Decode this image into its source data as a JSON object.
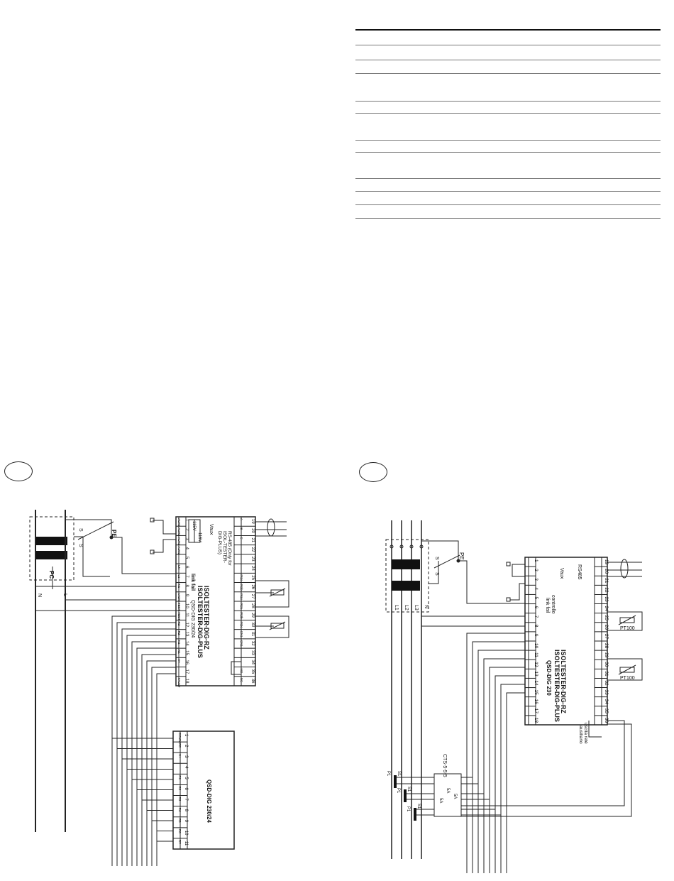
{
  "diagram_left": {
    "title_line1": "ISOLTESTER-DIG-RZ",
    "title_line2": "ISOLTESTER-DIG-PLUS",
    "model": "QSD-DIG 230/24",
    "vaux_label": "Vaux",
    "vaux_options": [
      "115V",
      "115V"
    ],
    "link_fail": "link fail",
    "rs485_note": [
      "RS-485 (Only for",
      "ISOL-TESTER-",
      "DIG-PLUS)"
    ],
    "pe": "PE",
    "pc": "PC",
    "n": "N",
    "l": "L",
    "s": "S",
    "terminals_top": [
      "19",
      "20",
      "21",
      "22",
      "23",
      "24",
      "25",
      "26",
      "27",
      "28",
      "29",
      "30",
      "31",
      "32",
      "33",
      "34",
      "35",
      "36"
    ],
    "terminals_bottom": [
      "1",
      "2",
      "3",
      "4",
      "5",
      "6",
      "7",
      "8",
      "9",
      "10",
      "11",
      "12",
      "13",
      "14",
      "15",
      "16",
      "17",
      "18"
    ],
    "pin_top": [
      "A",
      "B",
      "C",
      "",
      "",
      "",
      "Pt1a",
      "Pt1b",
      "Pt1c",
      "Pt2a",
      "Pt2b",
      "Pt2c",
      "CN1",
      "CN1",
      "",
      "",
      "NO",
      "NC"
    ],
    "pin_bottom": [
      "AUX1",
      "AUX2",
      "AUX2",
      "AUX2",
      "",
      "LN",
      "L1",
      "N1",
      "IACM",
      "TEST",
      "TEST",
      "RZ",
      "RZ",
      "N1",
      "N1",
      "V+",
      "",
      "FAULT"
    ],
    "box2_title": "QSD-DIG 230/24",
    "box2_terminals": [
      "1",
      "2",
      "3",
      "4",
      "5",
      "6",
      "7",
      "8",
      "9",
      "10",
      "11"
    ],
    "box2_pins": [
      "COMM",
      "PE",
      "V+",
      "",
      "R1",
      "R2",
      "R3",
      "R4",
      "R5",
      "R6",
      "R7"
    ]
  },
  "diagram_right": {
    "title_line1": "ISOLTESTER-DIG-RZ",
    "title_line2": "ISOLTESTER-DIG-PLUS",
    "model": "QSD-DIG 230",
    "vaux_label": "Vaux",
    "rs485": "RS485",
    "link_fail": [
      "controllo",
      "link fail"
    ],
    "pe": "PE",
    "lines": [
      "L1",
      "L2",
      "L3",
      "N"
    ],
    "s": "S",
    "pt100": [
      "PT100",
      "PT100"
    ],
    "uscita": [
      "uscita relè",
      "ausiliario"
    ],
    "cts": "CTS-5-5-5",
    "cts_labels": [
      "5A",
      "5A",
      "5A"
    ],
    "s1": "S1",
    "p1": "P1",
    "terminals_top": [
      "19",
      "20",
      "21",
      "22",
      "23",
      "24",
      "25",
      "26",
      "27",
      "28",
      "29",
      "30",
      "31",
      "32",
      "33",
      "34",
      "35",
      "36"
    ],
    "terminals_bottom": [
      "1",
      "2",
      "3",
      "4",
      "5",
      "6",
      "7",
      "8",
      "9",
      "10",
      "11",
      "12",
      "13",
      "14",
      "15",
      "16",
      "17",
      "18"
    ]
  }
}
